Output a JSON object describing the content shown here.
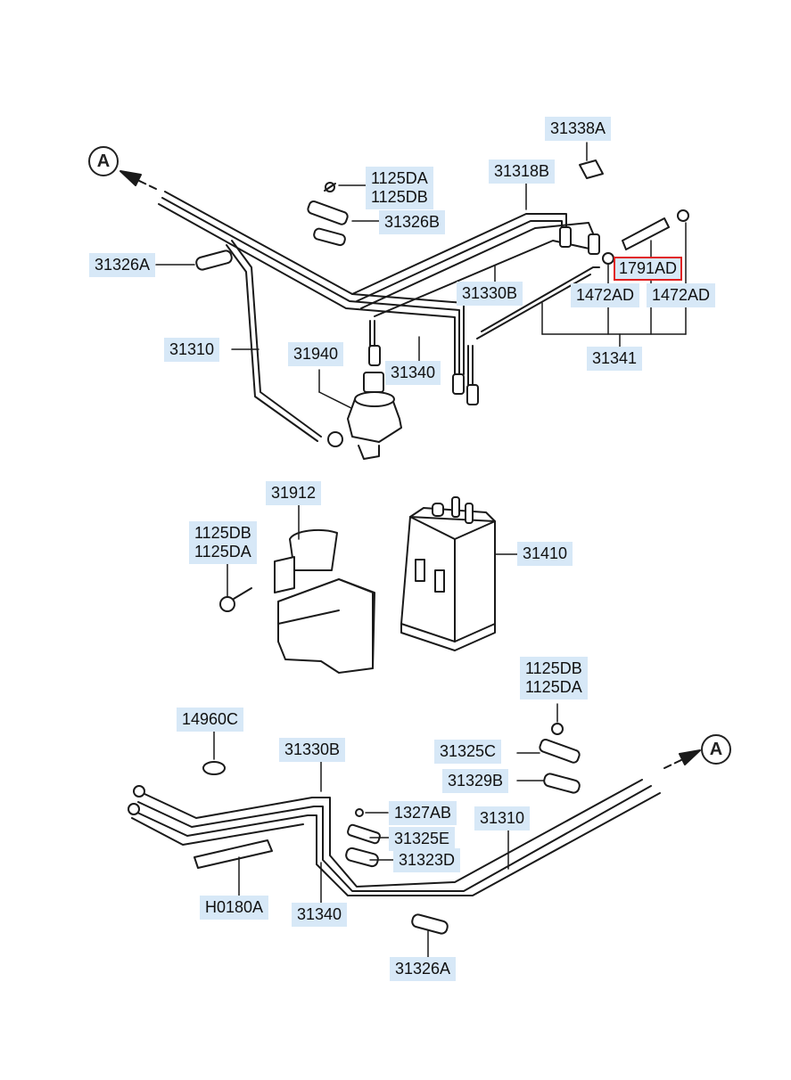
{
  "diagram": {
    "direction_marker": "A",
    "labels": {
      "p31338A": "31338A",
      "p31318B": "31318B",
      "p1125DA_top": "1125DA\n1125DB",
      "p31326B": "31326B",
      "p31326A_top": "31326A",
      "p1791AD": "1791AD",
      "p31330B_top": "31330B",
      "p1472AD_a": "1472AD",
      "p1472AD_b": "1472AD",
      "p31310_top": "31310",
      "p31940": "31940",
      "p31340_top": "31340",
      "p31341": "31341",
      "p31912": "31912",
      "p1125DB_mid": "1125DB\n1125DA",
      "p31410": "31410",
      "p1125DB_bot": "1125DB\n1125DA",
      "p14960C": "14960C",
      "p31330B_bot": "31330B",
      "p31325C": "31325C",
      "p31329B": "31329B",
      "p1327AB": "1327AB",
      "p31310_bot": "31310",
      "p31325E": "31325E",
      "p31323D": "31323D",
      "pH0180A": "H0180A",
      "p31340_bot": "31340",
      "p31326A_bot": "31326A"
    },
    "highlight_color": "#e02020",
    "label_bg_color": "#d7e8f7"
  }
}
